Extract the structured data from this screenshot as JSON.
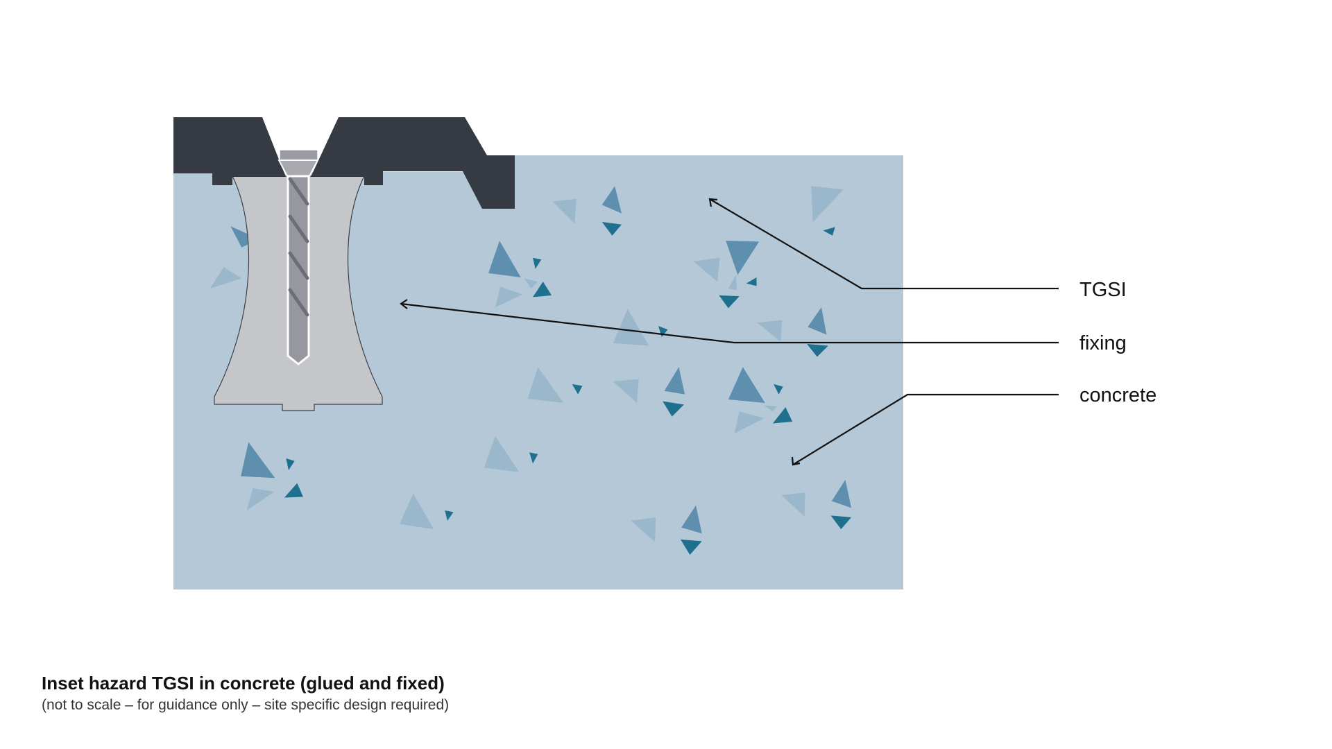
{
  "labels": {
    "tgsi": "TGSI",
    "fixing": "fixing",
    "concrete": "concrete"
  },
  "caption": {
    "title": "Inset hazard TGSI in concrete (glued and fixed)",
    "subtitle": "(not to scale – for guidance only – site specific design required)"
  },
  "colors": {
    "concrete": "#b5c8d7",
    "tgsi": "#353a43",
    "adhesive": "#c5c6c9",
    "screw": "#97989f",
    "aggregate_light": "#9bb7cb",
    "aggregate_medium": "#5f8fae",
    "aggregate_dark": "#1f6f8f"
  }
}
